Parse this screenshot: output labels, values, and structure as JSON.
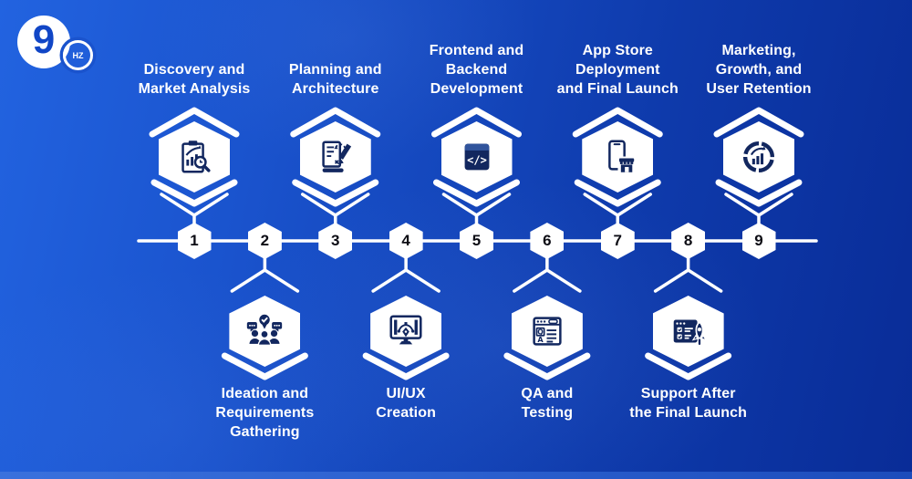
{
  "logo": {
    "number": "9",
    "suffix": "HZ"
  },
  "colors": {
    "background_start": "#2263e0",
    "background_end": "#092c97",
    "shape_white": "#ffffff",
    "icon_navy": "#12275f",
    "number_text": "#0c0c14",
    "bottom_strip": "#2a5ecd"
  },
  "steps": [
    {
      "number": "1",
      "label": "Discovery and\nMarket Analysis",
      "side": "top",
      "icon": "market-analysis"
    },
    {
      "number": "2",
      "label": "Ideation and\nRequirements\nGathering",
      "side": "bottom",
      "icon": "ideation"
    },
    {
      "number": "3",
      "label": "Planning and\nArchitecture",
      "side": "top",
      "icon": "planning"
    },
    {
      "number": "4",
      "label": "UI/UX\nCreation",
      "side": "bottom",
      "icon": "uiux"
    },
    {
      "number": "5",
      "label": "Frontend and\nBackend\nDevelopment",
      "side": "top",
      "icon": "development"
    },
    {
      "number": "6",
      "label": "QA and\nTesting",
      "side": "bottom",
      "icon": "qa-testing"
    },
    {
      "number": "7",
      "label": "App Store\nDeployment\nand Final Launch",
      "side": "top",
      "icon": "deployment"
    },
    {
      "number": "8",
      "label": "Support After\nthe Final Launch",
      "side": "bottom",
      "icon": "support"
    },
    {
      "number": "9",
      "label": "Marketing,\nGrowth, and\nUser Retention",
      "side": "top",
      "icon": "marketing"
    }
  ]
}
